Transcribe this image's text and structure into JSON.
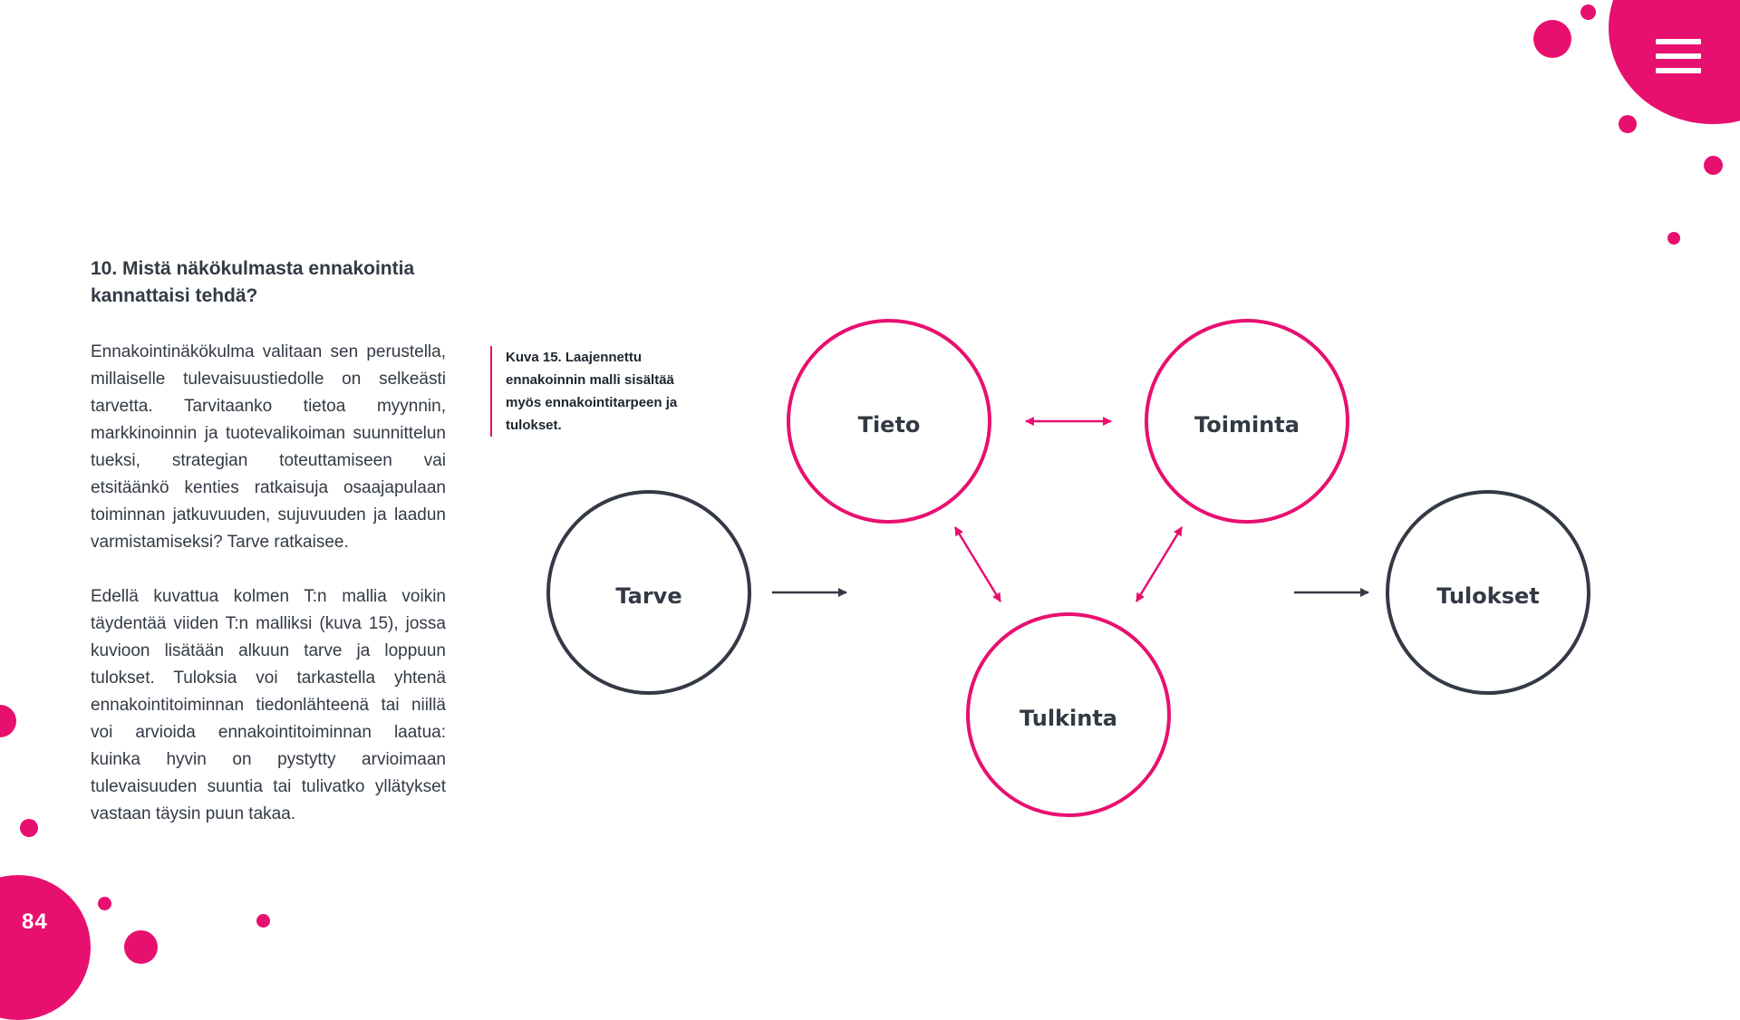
{
  "page_number": "84",
  "heading": "10. Mistä näkökulmasta ennakointia kannattaisi tehdä?",
  "paragraphs": [
    "Ennakointinäkökulma valitaan sen perustella, millaiselle tulevaisuustiedolle on selkeästi tarvetta. Tarvitaanko tietoa myynnin, markkinoinnin ja tuotevalikoiman suunnittelun tueksi, strategian toteuttamiseen vai etsitäänkö kenties ratkaisuja osaajapulaan toiminnan jatkuvuuden, sujuvuuden ja laadun varmistamiseksi? Tarve ratkaisee.",
    "Edellä kuvattua kolmen T:n mallia voikin täydentää viiden T:n malliksi (kuva 15), jossa kuvioon lisätään alkuun tarve ja loppuun tulokset. Tuloksia voi tarkastella yhtenä ennakointitoiminnan tiedonlähteenä tai niillä voi arvioida ennakointitoiminnan laatua: kuinka hyvin on pystytty arvioimaan tulevaisuuden suuntia tai tulivatko yllätykset vastaan täysin puun takaa."
  ],
  "caption": "Kuva 15. Laajennettu ennakoinnin malli sisältää myös ennakointitarpeen ja tulokset.",
  "diagram": {
    "nodes": {
      "tarve": "Tarve",
      "tieto": "Tieto",
      "toiminta": "Toiminta",
      "tulkinta": "Tulkinta",
      "tulokset": "Tulokset"
    }
  },
  "colors": {
    "accent": "#e8106f",
    "text": "#333a45"
  },
  "icons": {
    "menu": "hamburger-menu-icon"
  }
}
